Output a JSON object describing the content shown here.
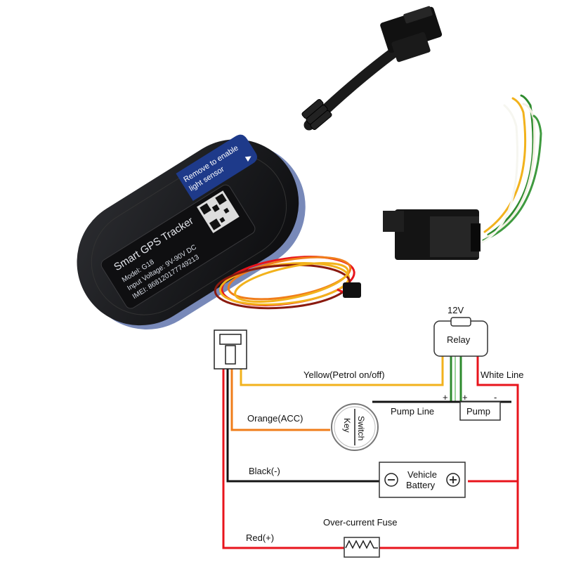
{
  "device": {
    "sticker": [
      "Remove to enable",
      "light sensor"
    ],
    "label": {
      "name": "Smart GPS Tracker",
      "model": "Model: G18",
      "voltage": "Input Voltage: 9V-90V DC",
      "imei": "IMEI: 868120177749213"
    }
  },
  "diagram": {
    "voltage": "12V",
    "relay": "Relay",
    "pump": "Pump",
    "pump_line": "Pump Line",
    "white_line": "White Line",
    "yellow": "Yellow(Petrol on/off)",
    "orange": "Orange(ACC)",
    "black": "Black(-)",
    "red": "Red(+)",
    "fuse": "Over-current Fuse",
    "switch": [
      "Switch",
      "Key"
    ],
    "battery": [
      "Vehicle",
      "Battery"
    ],
    "plus": "+",
    "minus": "-"
  },
  "colors": {
    "red_wire": "#e8141c",
    "yellow_wire": "#f2b21c",
    "orange_wire": "#f07d1a",
    "black_wire": "#141414",
    "green_wire": "#2e8b2e",
    "device_body": "#1b1c1f",
    "sticker": "#1e3a8a"
  }
}
